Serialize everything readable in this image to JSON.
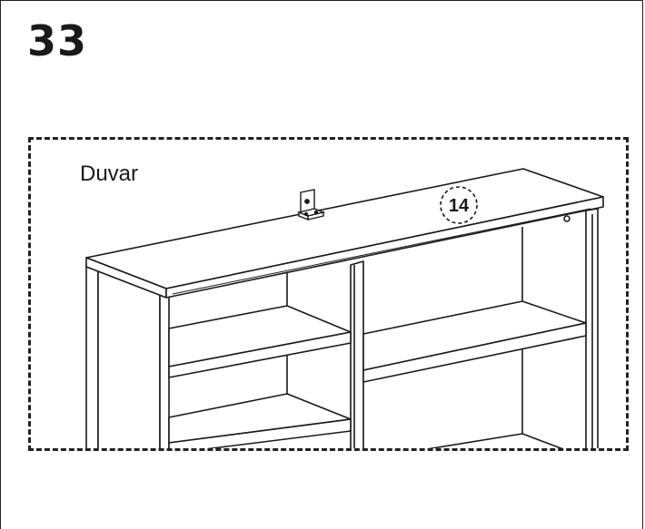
{
  "step": {
    "number": "33"
  },
  "detail": {
    "wall_label": "Duvar",
    "part_callout": "14"
  },
  "colors": {
    "line": "#1a1a1a",
    "background": "#ffffff"
  },
  "icons": [
    "wall-bracket-icon",
    "part-callout-icon"
  ]
}
